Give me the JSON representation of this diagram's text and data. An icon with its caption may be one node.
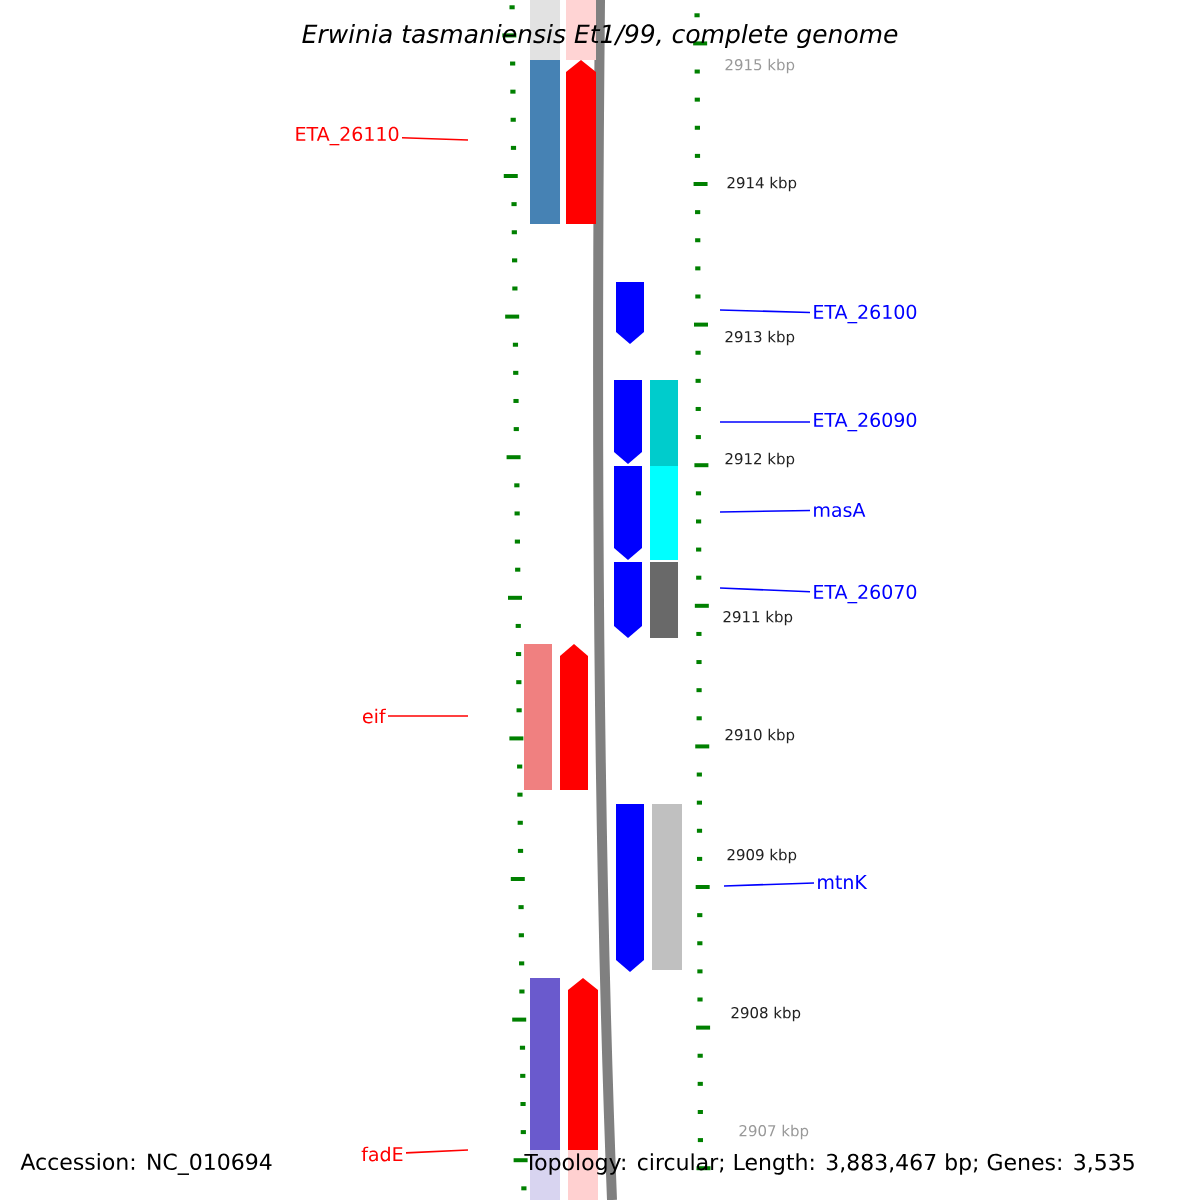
{
  "diagram": {
    "title": "Erwinia tasmaniensis Et1/99, complete genome",
    "nodes": [
      {
        "text": [
          "ETA_26110"
        ]
      },
      {
        "text": [
          "ETA_26100"
        ]
      },
      {
        "text": [
          "ETA_26090"
        ]
      },
      {
        "text": [
          "masA"
        ]
      },
      {
        "text": [
          "ETA_26070"
        ]
      },
      {
        "text": [
          "eif"
        ]
      },
      {
        "text": [
          "mtnK"
        ]
      },
      {
        "text": [
          "fadE"
        ]
      }
    ],
    "edges": [
      {
        "from": 0,
        "to": null,
        "arrow": "none",
        "color": "#ff0000"
      },
      {
        "from": 1,
        "to": null,
        "arrow": "none"
      },
      {
        "from": 2,
        "to": null,
        "arrow": "none"
      },
      {
        "from": 3,
        "to": null,
        "arrow": "none"
      },
      {
        "from": 4,
        "to": null,
        "arrow": "none"
      },
      {
        "from": 5,
        "to": null,
        "arrow": "none",
        "color": "#ff0000"
      },
      {
        "from": 6,
        "to": null,
        "arrow": "none"
      },
      {
        "from": 7,
        "to": null,
        "arrow": "none",
        "color": "#ff0000"
      }
    ],
    "labels": [
      "2915 kbp",
      "2914 kbp",
      "2913 kbp",
      "2912 kbp",
      "2911 kbp",
      "2910 kbp",
      "2909 kbp",
      "2908 kbp",
      "2907 kbp",
      "Accession: NC_010694",
      "Topology: circular; Length: 3,883,467 bp; Genes: 3,535"
    ]
  }
}
